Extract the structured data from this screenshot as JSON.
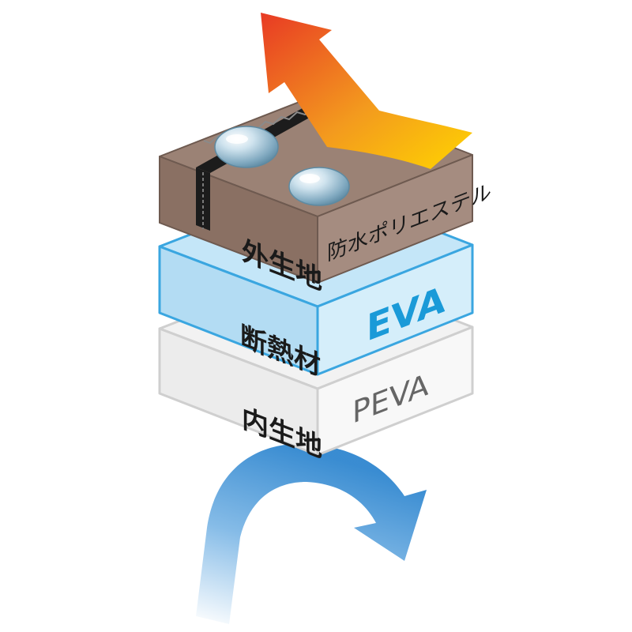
{
  "layers": {
    "outer": {
      "label": "外生地",
      "material": "防水ポリエステル"
    },
    "insulation": {
      "label": "断熱材",
      "material": "EVA"
    },
    "inner": {
      "label": "内生地",
      "material": "PEVA"
    }
  },
  "colors": {
    "outer_top": "#9b8275",
    "outer_left": "#8a7063",
    "outer_right": "#a58c80",
    "eva_top": "#c4e6f8",
    "eva_left": "#b3dcf3",
    "eva_right": "#d5eefa",
    "eva_stroke": "#3aa6e0",
    "eva_text": "#1a9ad8",
    "peva_top": "#f2f2f2",
    "peva_left": "#ececec",
    "peva_right": "#f7f7f7",
    "peva_stroke": "#cfcfcf",
    "label_text": "#1a1a1a",
    "peva_text": "#666666",
    "heat_arrow_start": "#e83a24",
    "heat_arrow_end": "#ffd400",
    "cold_arrow_start": "#2f86cf",
    "cold_arrow_end": "#e8f3fb"
  },
  "icons": {
    "heat": "heat-escape-arrow-icon",
    "cold": "cold-retention-arrow-icon",
    "droplet": "water-droplet-icon"
  }
}
